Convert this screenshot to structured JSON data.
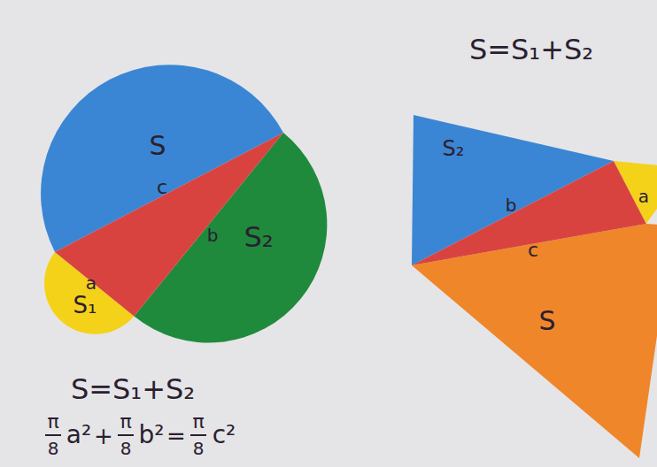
{
  "diagram": {
    "labels": [
      "S=S₁+S₂",
      "S",
      "c",
      "b",
      "S₂",
      "a",
      "S₁",
      "S₂",
      "b",
      "a",
      "c",
      "S",
      "S=S₁+S₂",
      "π",
      "8",
      "a²",
      "+",
      "π",
      "8",
      "b²",
      "=",
      "π",
      "8",
      "c²"
    ]
  }
}
